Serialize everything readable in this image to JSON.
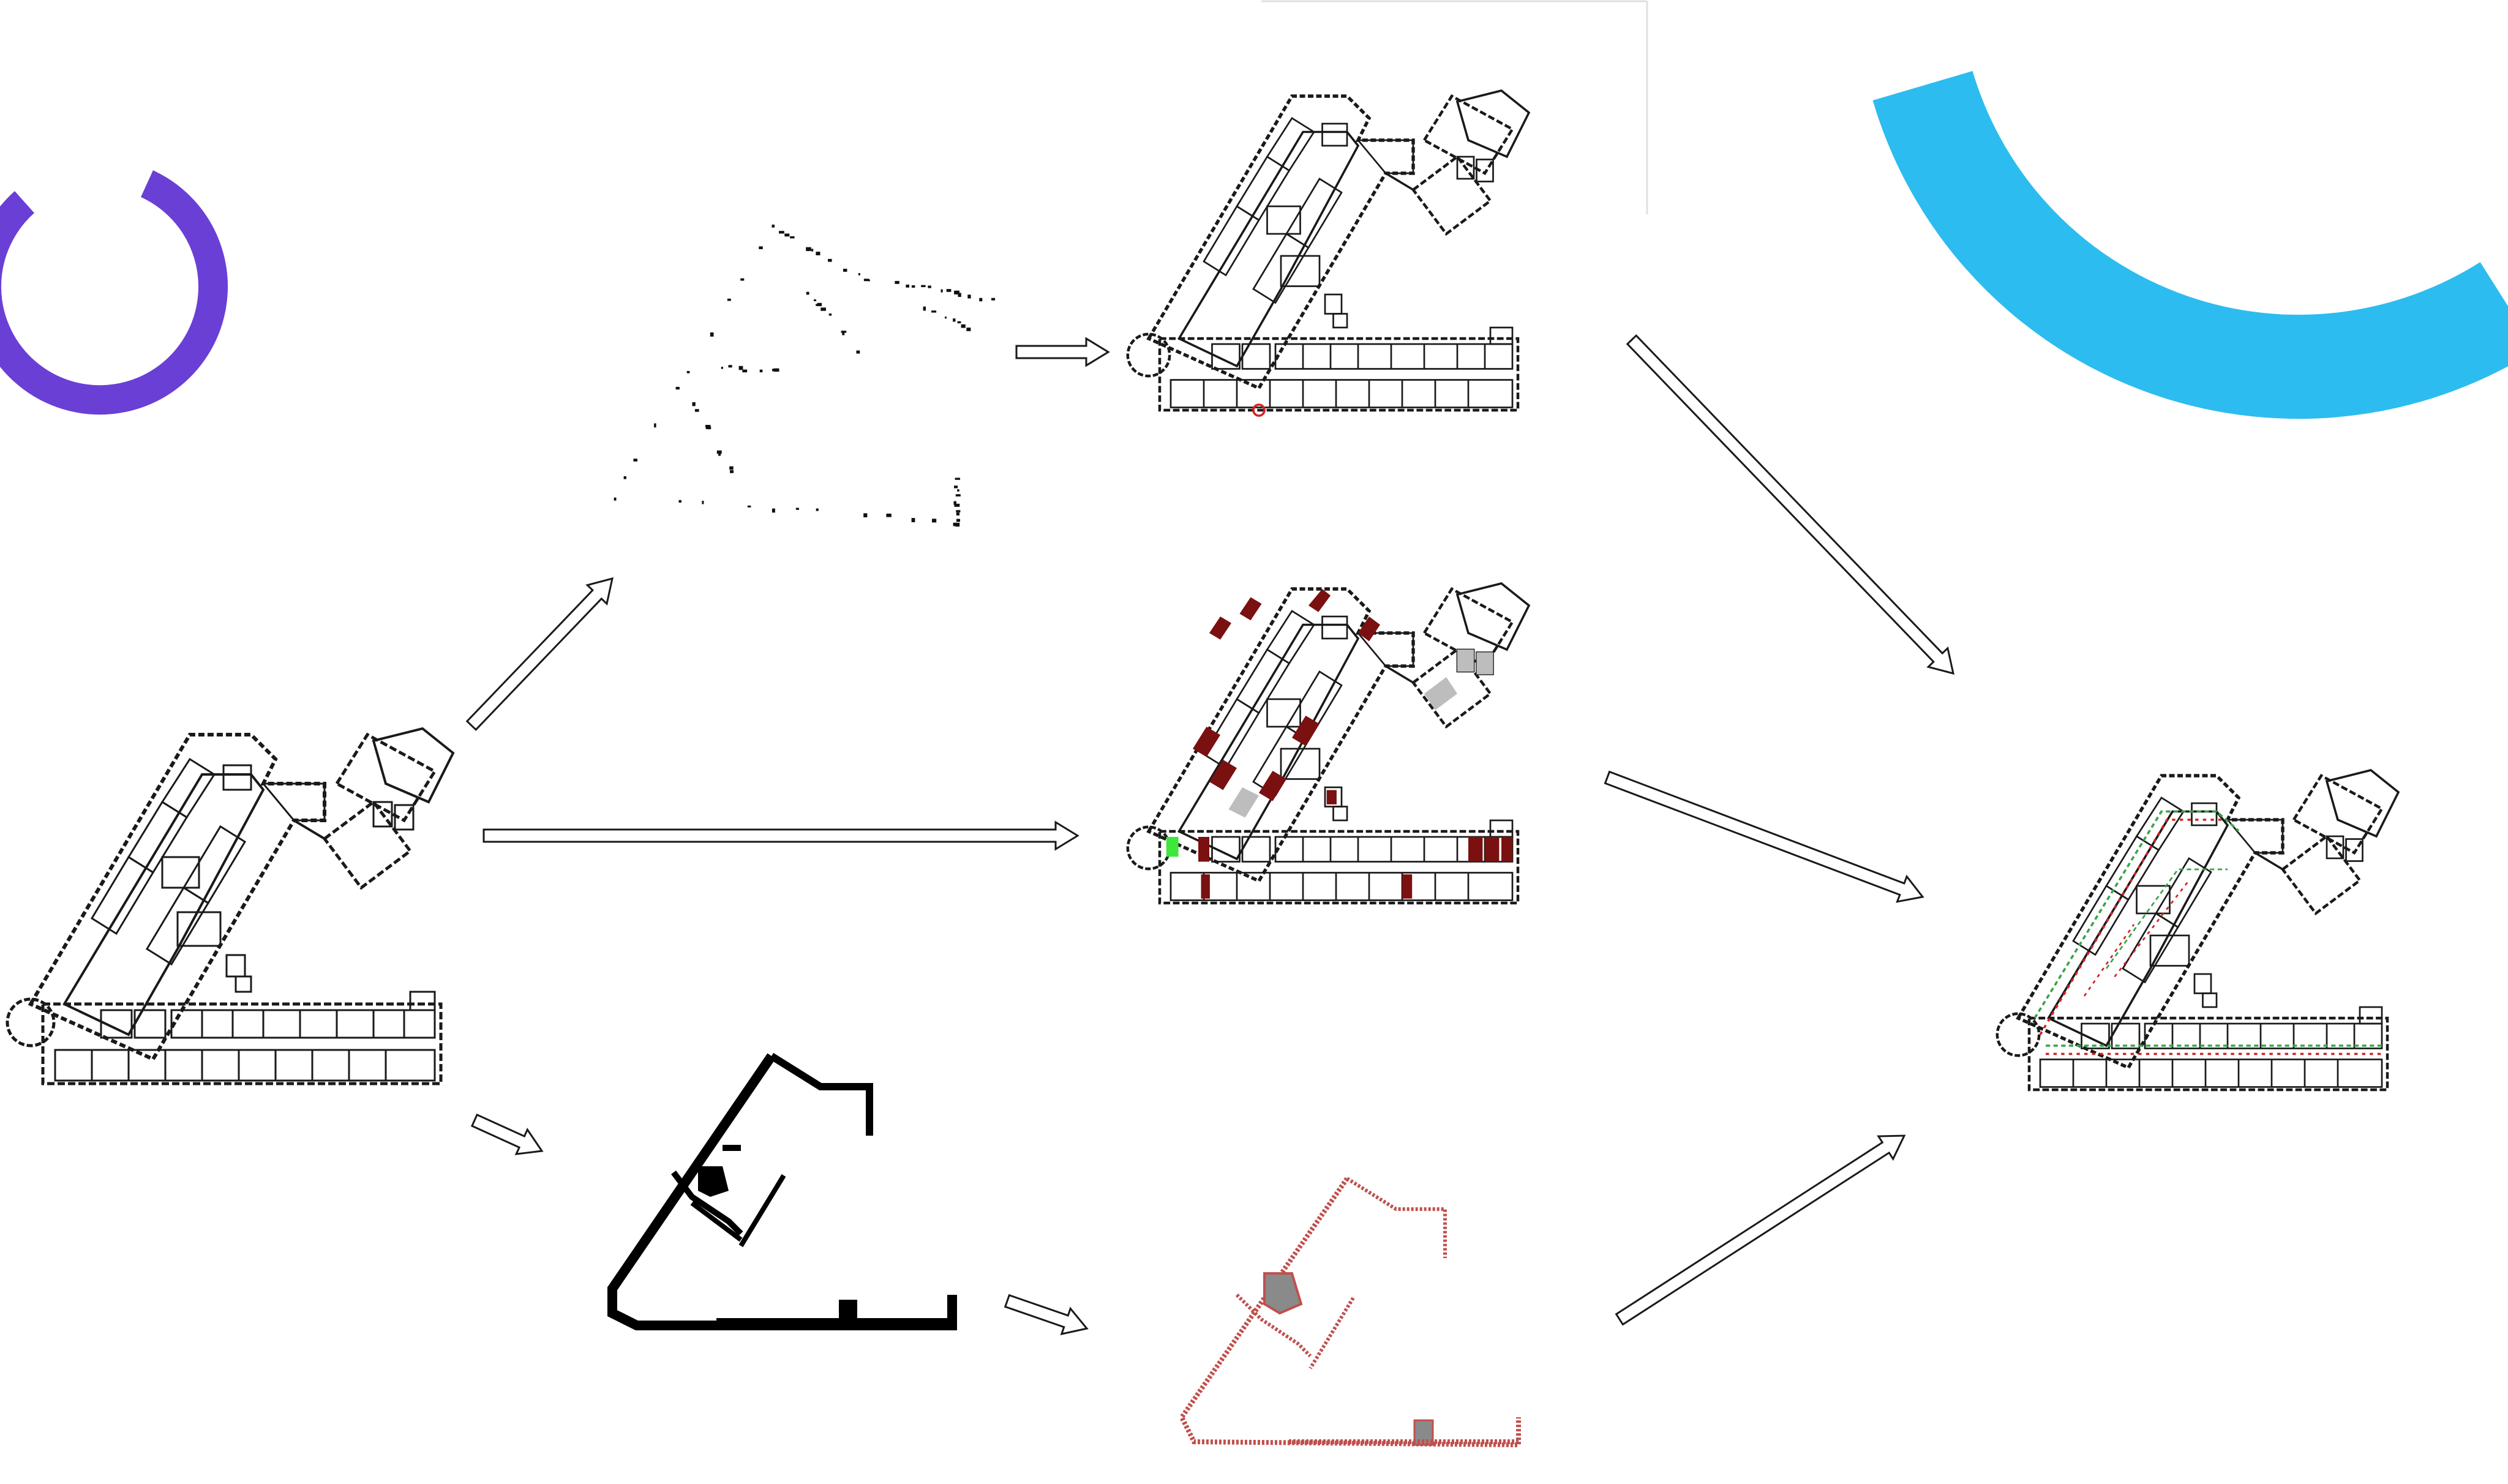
{
  "diagram": {
    "nodes": [
      {
        "id": "input",
        "label": "",
        "kind": "floorplan"
      },
      {
        "id": "points",
        "label": "",
        "kind": "sparse-points"
      },
      {
        "id": "connected",
        "label": "",
        "kind": "floorplan"
      },
      {
        "id": "rooms",
        "label": "",
        "kind": "floorplan-highlighted"
      },
      {
        "id": "skeleton",
        "label": "",
        "kind": "wall-skeleton"
      },
      {
        "id": "grid",
        "label": "",
        "kind": "grid-skeleton"
      },
      {
        "id": "result",
        "label": "",
        "kind": "floorplan-paths"
      }
    ],
    "edges": [
      {
        "from": "input",
        "to": "points"
      },
      {
        "from": "input",
        "to": "rooms"
      },
      {
        "from": "input",
        "to": "skeleton"
      },
      {
        "from": "points",
        "to": "connected"
      },
      {
        "from": "skeleton",
        "to": "grid"
      },
      {
        "from": "connected",
        "to": "result"
      },
      {
        "from": "rooms",
        "to": "result"
      },
      {
        "from": "grid",
        "to": "result"
      }
    ]
  },
  "colors": {
    "ring_purple": "#6a3fd6",
    "arc_blue": "#2dbcef",
    "room_dark_red": "#7a1010",
    "room_green": "#3ee63e",
    "room_gray": "#bdbdbd",
    "grid_red": "#c0504d",
    "path_green": "#3aa34a",
    "path_red": "#d62020",
    "line_black": "#1a1a1a"
  },
  "decorations": [
    {
      "name": "purple-ring",
      "icon": "ring-arc"
    },
    {
      "name": "blue-arc",
      "icon": "thick-arc"
    }
  ]
}
